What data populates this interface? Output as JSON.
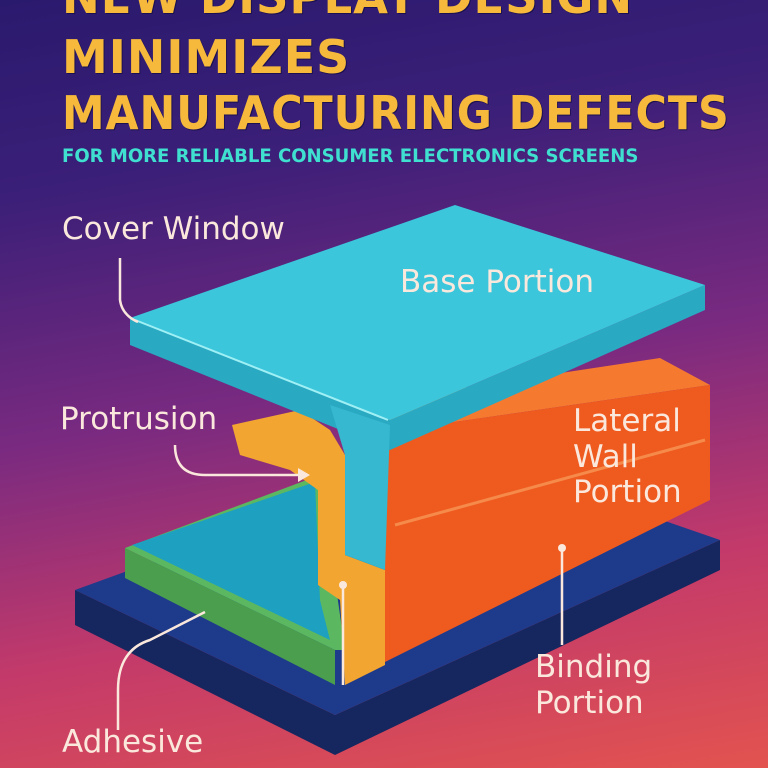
{
  "title": {
    "line1": "NEW DISPLAY DESIGN",
    "line2": "MINIMIZES",
    "line3": "MANUFACTURING DEFECTS"
  },
  "subtitle": "FOR MORE RELIABLE CONSUMER ELECTRONICS SCREENS",
  "labels": {
    "cover_window": "Cover Window",
    "base_portion": "Base Portion",
    "protrusion": "Protrusion",
    "lateral_wall_1": "Lateral",
    "lateral_wall_2": "Wall",
    "lateral_wall_3": "Portion",
    "binding_1": "Binding",
    "binding_2": "Portion",
    "adhesive": "Adhesive"
  },
  "colors": {
    "title": "#f6b93b",
    "subtitle": "#3fe0d0",
    "cover": "#3cc6dc",
    "wall": "#ef5a1f",
    "protrusion": "#f2a531",
    "adhesive": "#5cb860",
    "base": "#1e3a8a"
  }
}
